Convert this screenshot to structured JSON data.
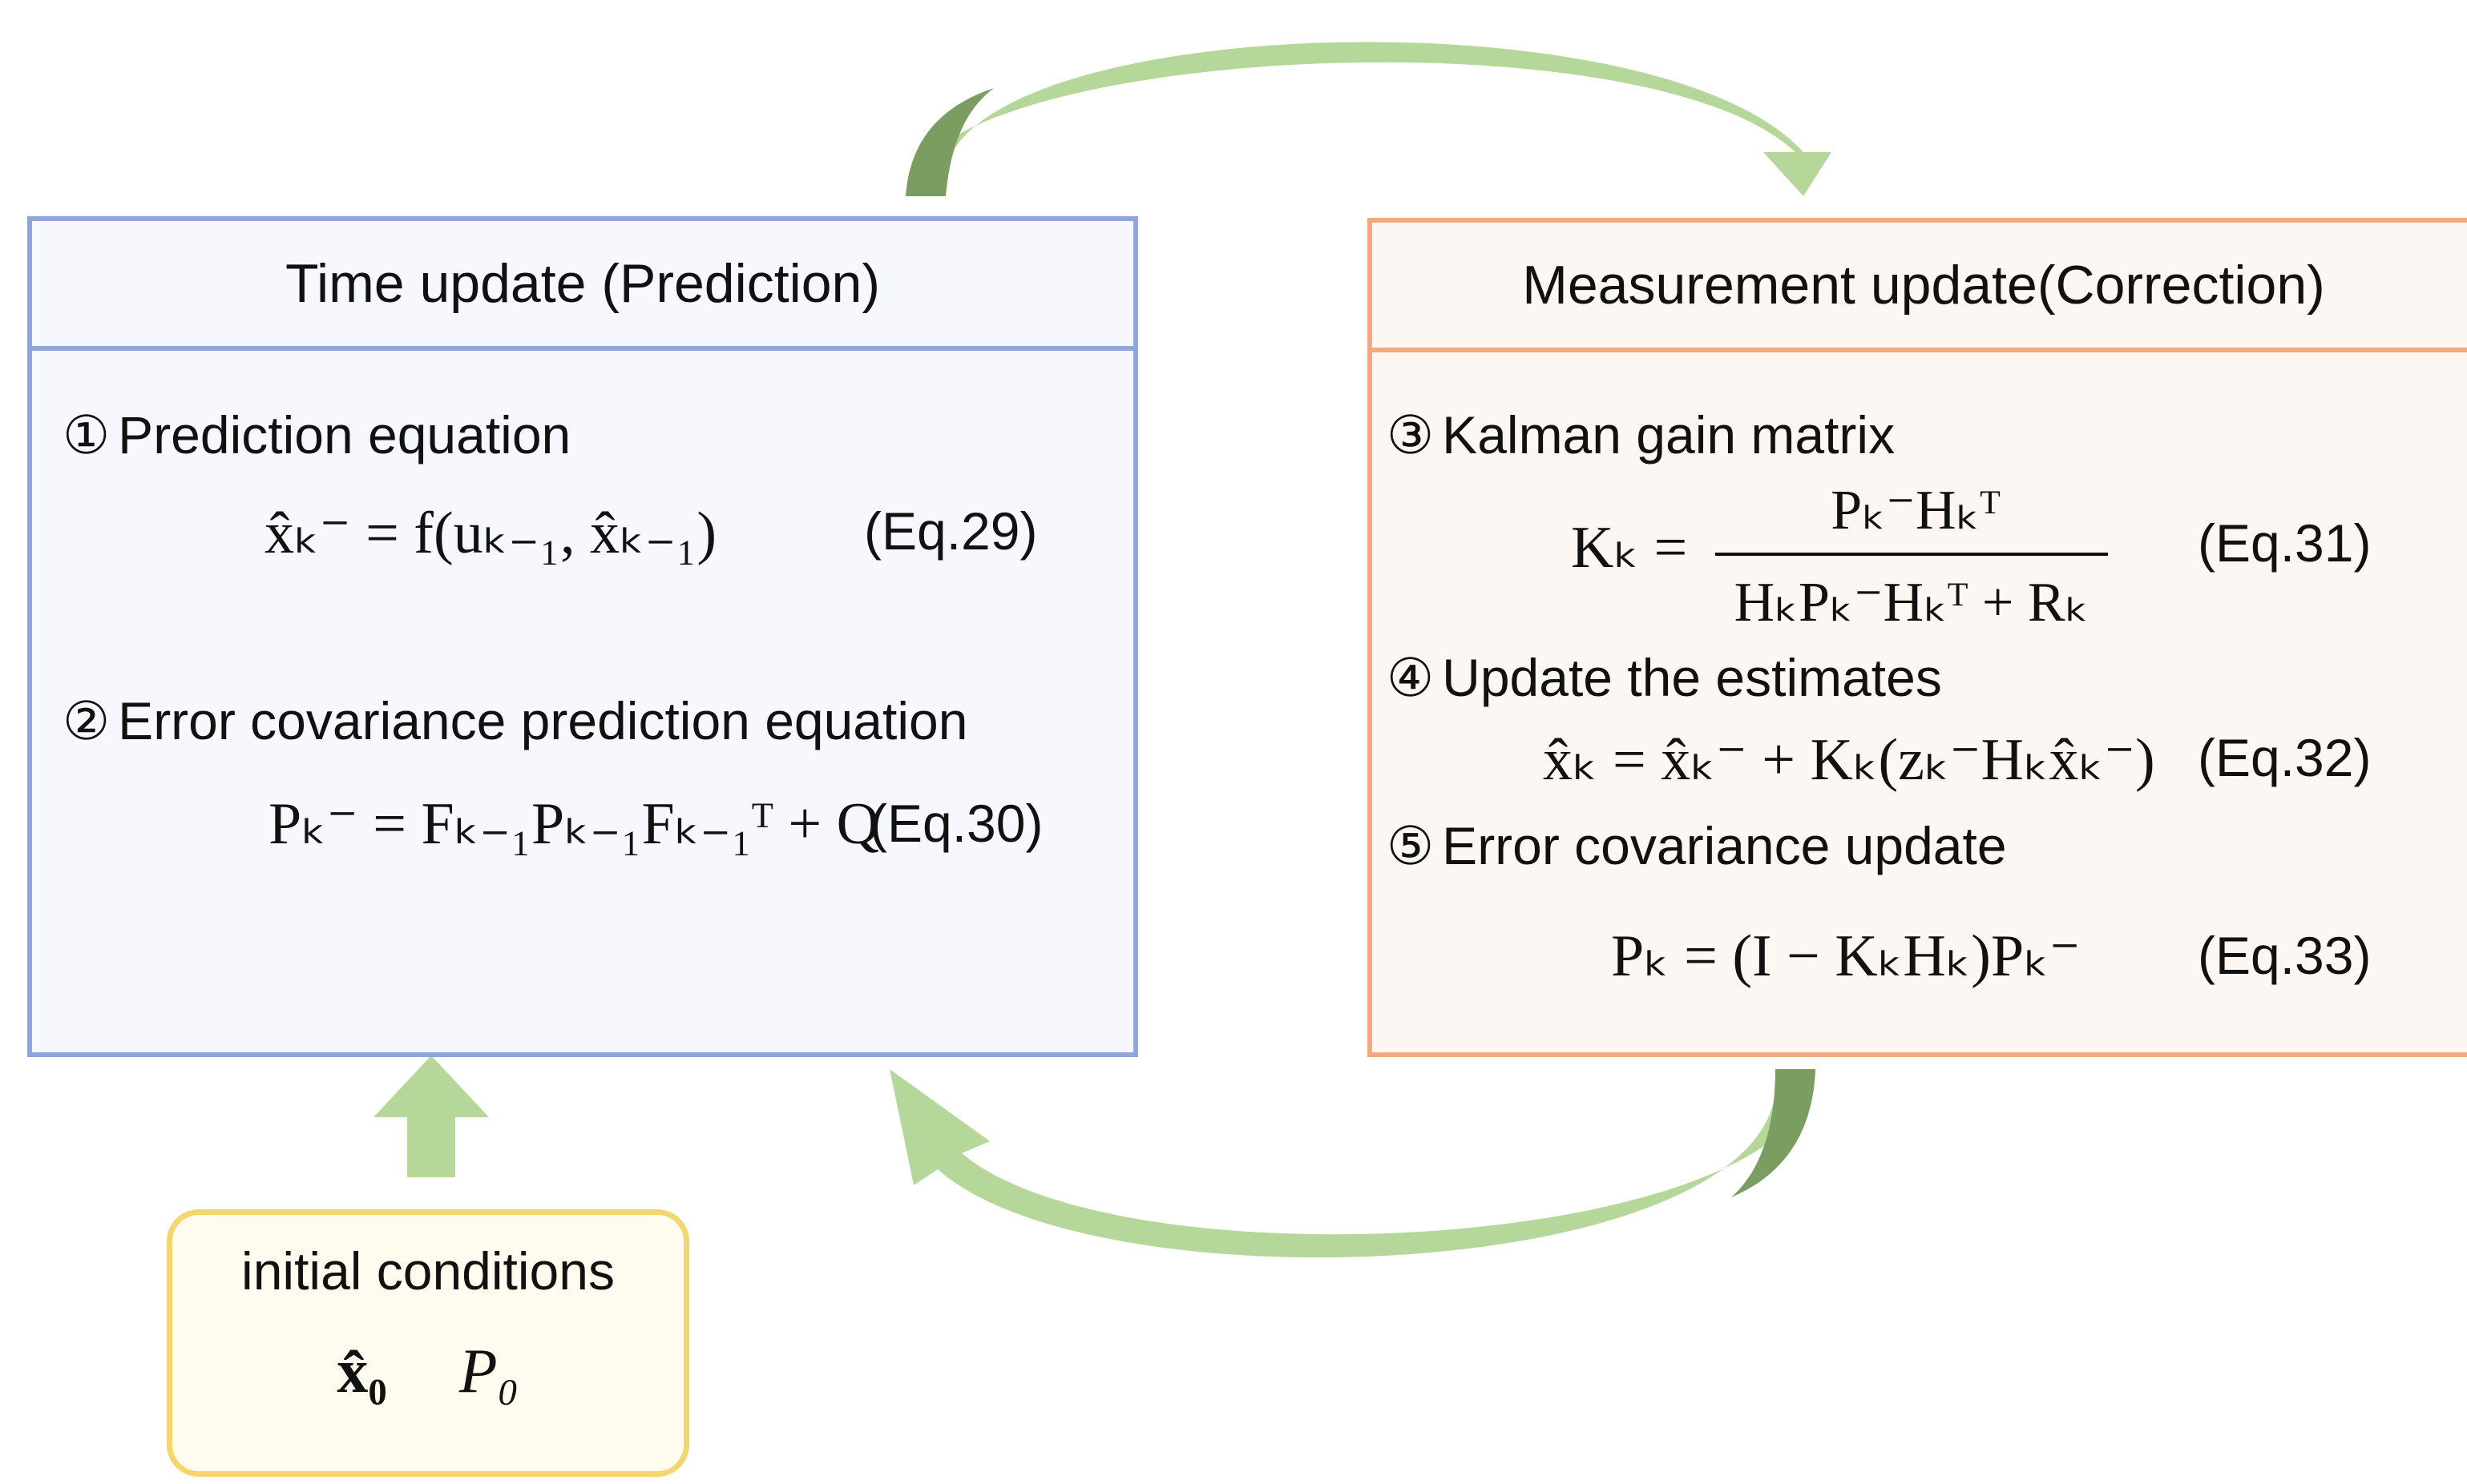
{
  "time_update": {
    "header": "Time update (Prediction)",
    "steps": [
      {
        "number": "①",
        "title": "Prediction equation",
        "equation": "x̂ₖ⁻ = f(uₖ₋₁, x̂ₖ₋₁)",
        "label": "(Eq.29)"
      },
      {
        "number": "②",
        "title": "Error covariance prediction equation",
        "equation": "Pₖ⁻ = Fₖ₋₁Pₖ₋₁Fₖ₋₁ᵀ + Q",
        "label": "(Eq.30)"
      }
    ]
  },
  "measurement_update": {
    "header": "Measurement update(Correction)",
    "steps": [
      {
        "number": "③",
        "title": "Kalman gain matrix",
        "equation_lhs": "Kₖ =",
        "equation_num": "Pₖ⁻Hₖᵀ",
        "equation_den": "HₖPₖ⁻Hₖᵀ + Rₖ",
        "label": "(Eq.31)"
      },
      {
        "number": "④",
        "title": "Update the estimates",
        "equation": "x̂ₖ = x̂ₖ⁻ + Kₖ(zₖ⁻Hₖx̂ₖ⁻)",
        "label": "(Eq.32)"
      },
      {
        "number": "⑤",
        "title": "Error covariance update",
        "equation": "Pₖ = (I − KₖHₖ)Pₖ⁻",
        "label": "(Eq.33)"
      }
    ]
  },
  "initial_conditions": {
    "title": "initial conditions",
    "var1": "x̂₀",
    "var2": "P₀"
  },
  "colors": {
    "time_border": "#8ea6d8",
    "measurement_border": "#efab80",
    "initial_border": "#f5d66e",
    "arrow_light": "#b5d89a",
    "arrow_dark": "#7c9d62"
  }
}
